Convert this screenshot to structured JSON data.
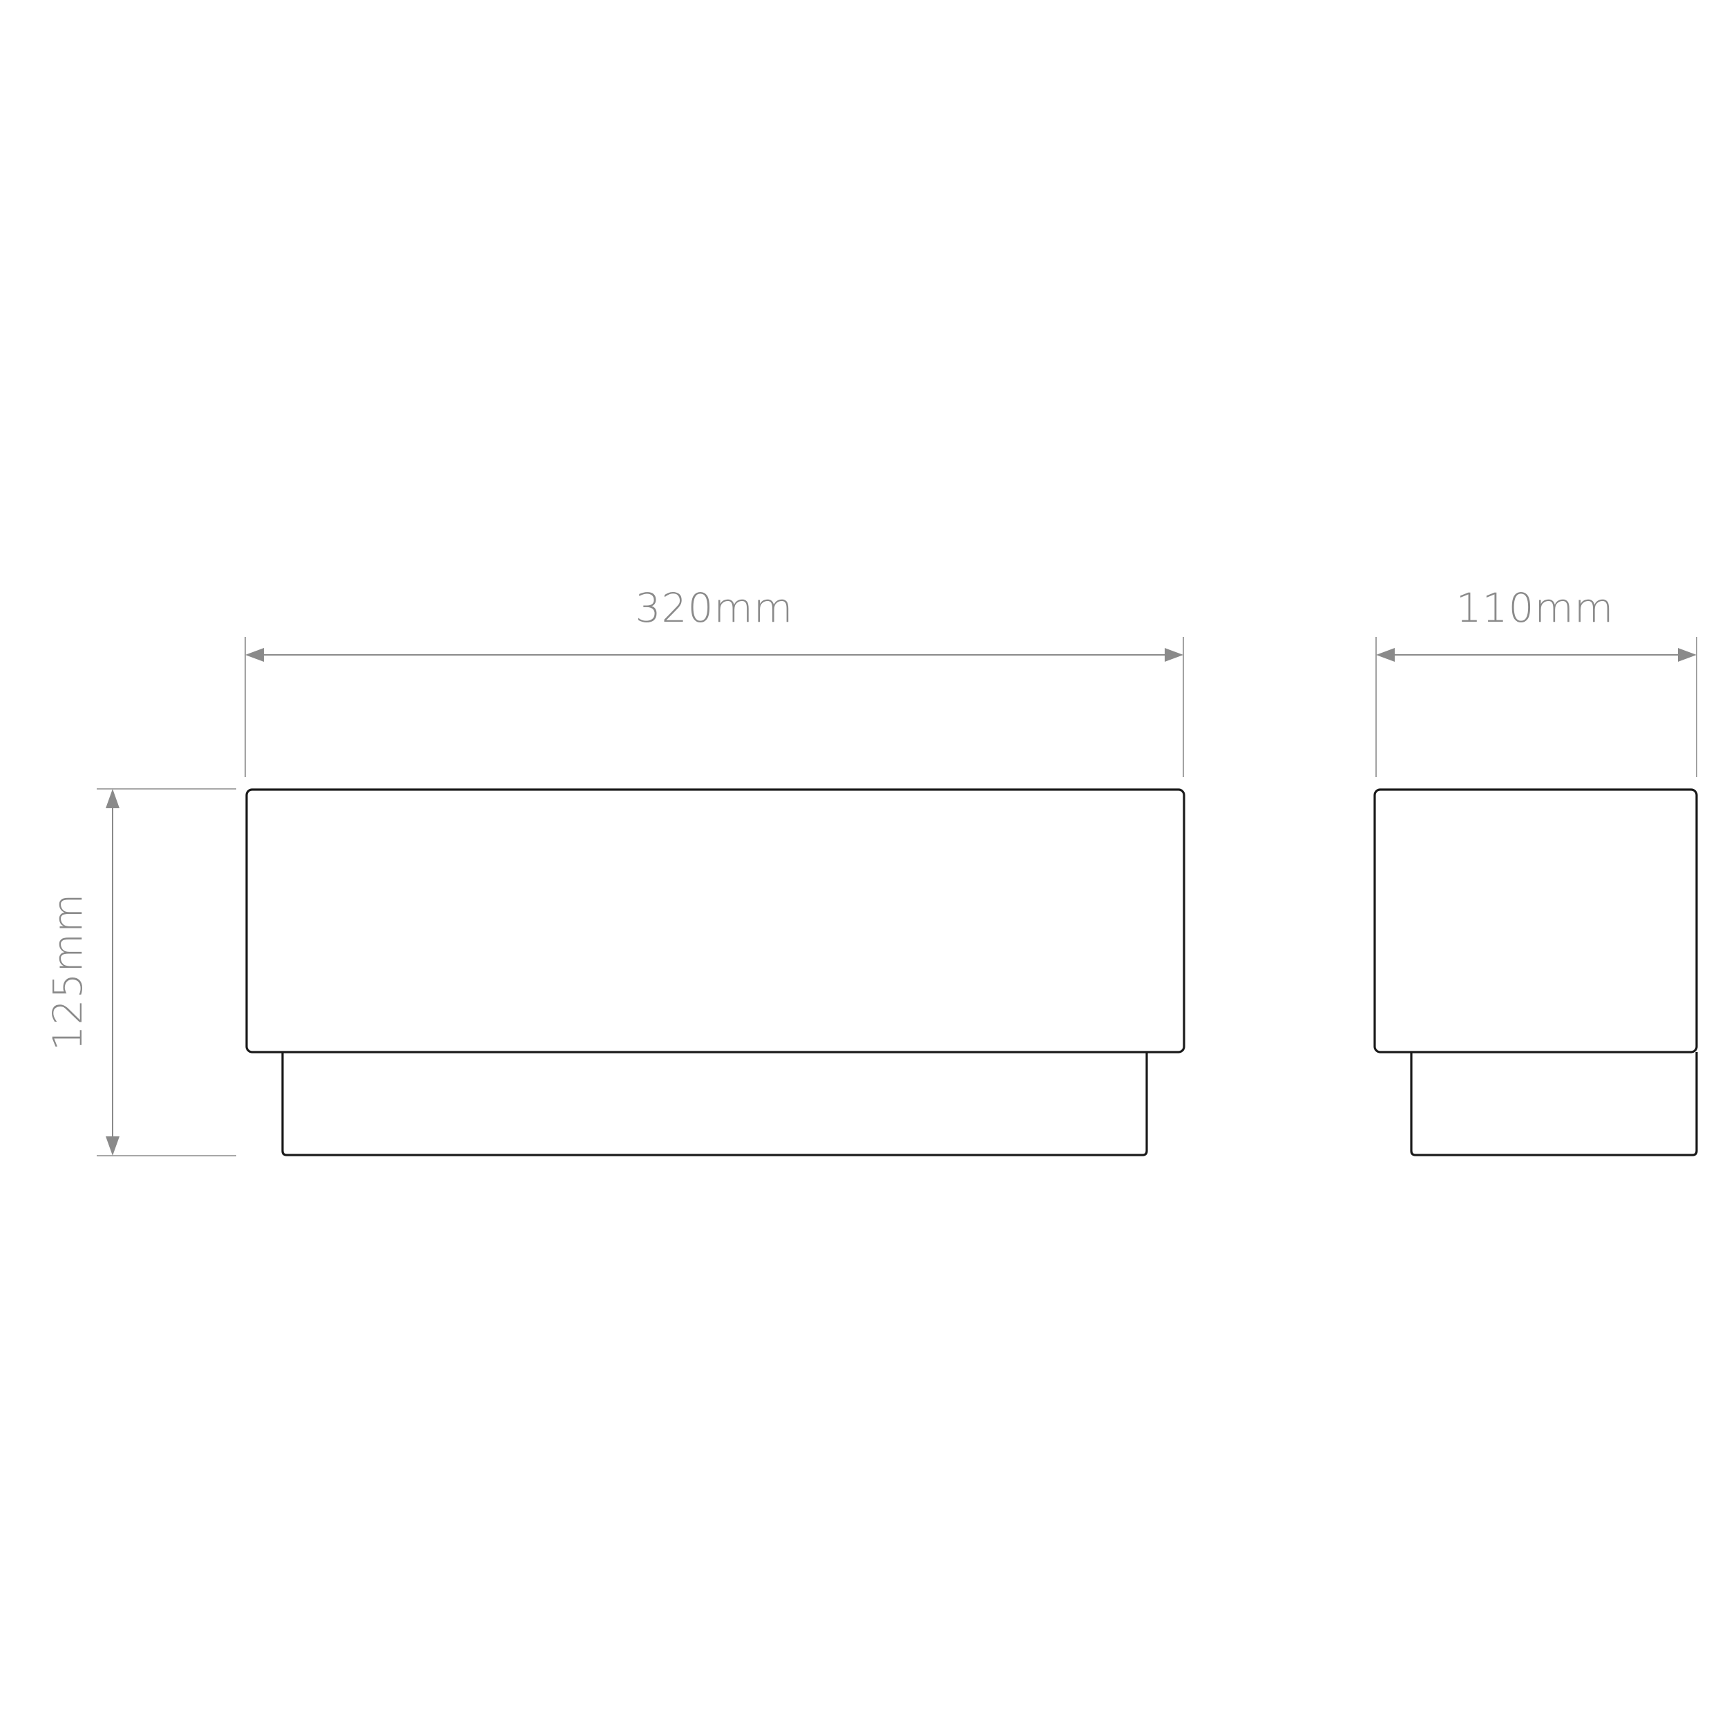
{
  "dimensions": {
    "front_width": "320mm",
    "side_depth": "110mm",
    "height": "125mm"
  },
  "colors": {
    "outline": "#1a1a1a",
    "dimension": "#8a8a8a",
    "background": "#ffffff"
  }
}
